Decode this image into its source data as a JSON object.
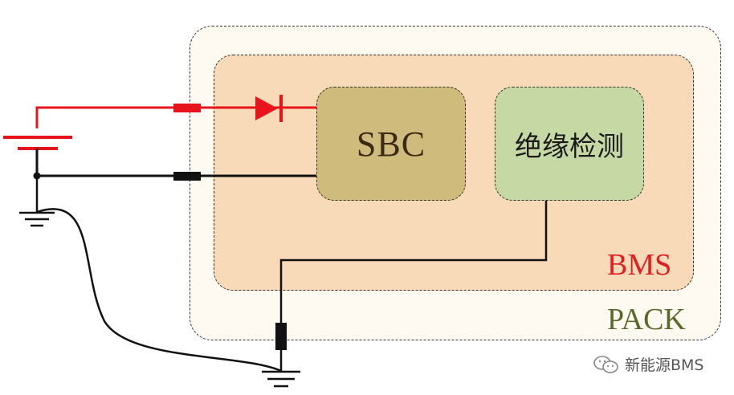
{
  "diagram": {
    "pack_label": "PACK",
    "bms_label": "BMS",
    "sbc_label": "SBC",
    "iso_label": "绝缘检测"
  },
  "watermark": {
    "icon": "wechat-icon",
    "text": "新能源BMS"
  },
  "colors": {
    "positive_wire": "#e8141c",
    "negative_wire": "#111111",
    "pack_fill": "#fefaf2",
    "bms_fill": "#f8d9b8",
    "sbc_fill": "#cfbc7c",
    "iso_fill": "#c6d8a4",
    "bms_text": "#e02020",
    "pack_text": "#5a6a2a"
  }
}
